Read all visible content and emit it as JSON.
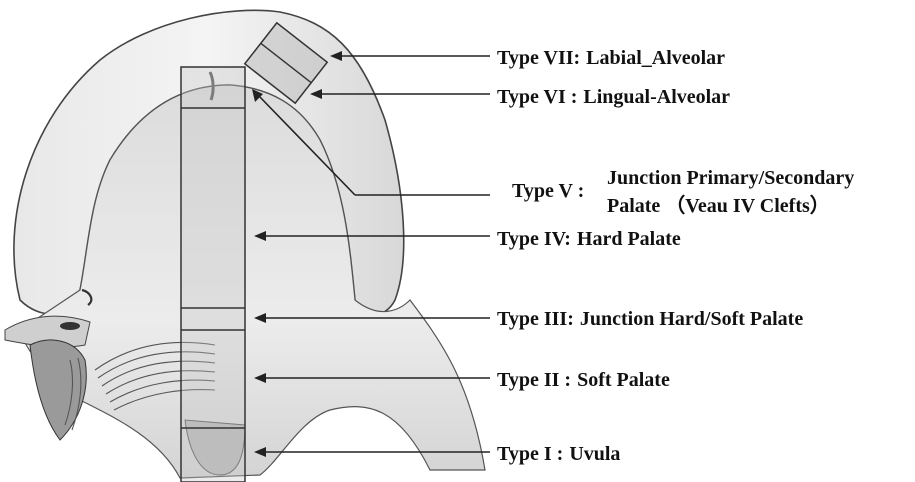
{
  "labels": [
    {
      "id": "type-vii",
      "type": "Type VII:",
      "name": "Labial_Alveolar"
    },
    {
      "id": "type-vi",
      "type": "Type  VI :",
      "name": "Lingual-Alveolar"
    },
    {
      "id": "type-v",
      "type": "Type  V :",
      "name": "Junction Primary/Secondary",
      "name2": "Palate （Veau IV Clefts）"
    },
    {
      "id": "type-iv",
      "type": "Type IV:",
      "name": "Hard Palate"
    },
    {
      "id": "type-iii",
      "type": "Type III:",
      "name": "Junction Hard/Soft Palate"
    },
    {
      "id": "type-ii",
      "type": "Type  II :",
      "name": "Soft Palate"
    },
    {
      "id": "type-i",
      "type": "Type   I :",
      "name": "Uvula"
    }
  ],
  "colors": {
    "line": "#222222",
    "text": "#111111",
    "tissue": "#e4e4e4",
    "tissue_dark": "#bdbdbd",
    "overlay": "#c8c8c8"
  }
}
